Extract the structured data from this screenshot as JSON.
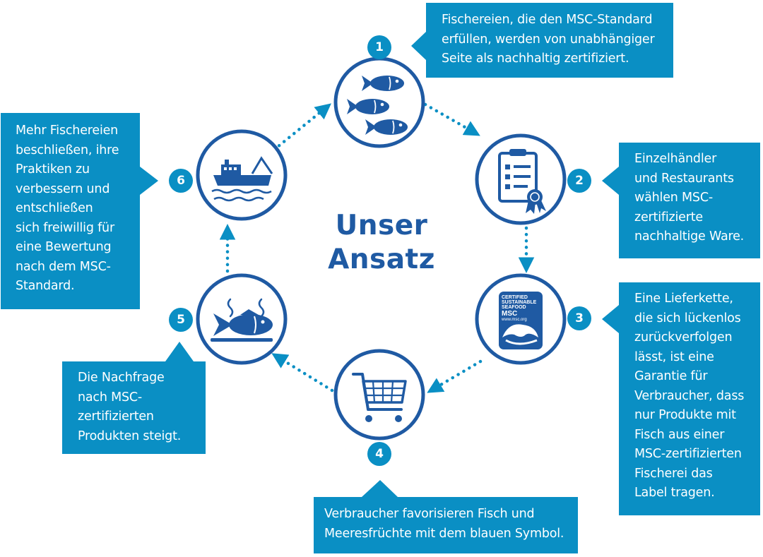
{
  "title": {
    "line1": "Unser",
    "line2": "Ansatz"
  },
  "colors": {
    "box": "#0a8fc4",
    "circle": "#1f5aa3",
    "title": "#1f5aa3",
    "dots": "#0a8fc4"
  },
  "steps": [
    {
      "number": "1",
      "icon": "fish-school-icon",
      "text": "Fischereien, die den MSC-Standard\nerfüllen, werden von unabhängiger\nSeite als nachhaltig zertifiziert."
    },
    {
      "number": "2",
      "icon": "certificate-clipboard-icon",
      "text": "Einzelhändler\nund Restaurants\nwählen MSC-\nzertifizierte\nnachhaltige Ware."
    },
    {
      "number": "3",
      "icon": "msc-label-icon",
      "text": "Eine Lieferkette,\ndie sich lückenlos\nzurückverfolgen\nlässt, ist eine\nGarantie für\nVerbraucher, dass\nnur Produkte mit\nFisch aus einer\nMSC-zertifizierten\nFischerei das\nLabel tragen."
    },
    {
      "number": "4",
      "icon": "shopping-cart-icon",
      "text": "Verbraucher favorisieren Fisch und\nMeeresfrüchte mit dem blauen Symbol."
    },
    {
      "number": "5",
      "icon": "cooked-fish-plate-icon",
      "text": "Die Nachfrage\nnach MSC-\nzertifizierten\nProdukten steigt."
    },
    {
      "number": "6",
      "icon": "fishing-boat-icon",
      "text": "Mehr Fischereien\nbeschließen, ihre\nPraktiken zu\nverbessern und\nentschließen\nsich freiwillig für\neine Bewertung\nnach dem MSC-\nStandard."
    }
  ],
  "msc_label": {
    "line1": "CERTIFIED",
    "line2": "SUSTAINABLE",
    "line3": "SEAFOOD",
    "brand": "MSC",
    "url": "www.msc.org",
    "tm": "™"
  }
}
